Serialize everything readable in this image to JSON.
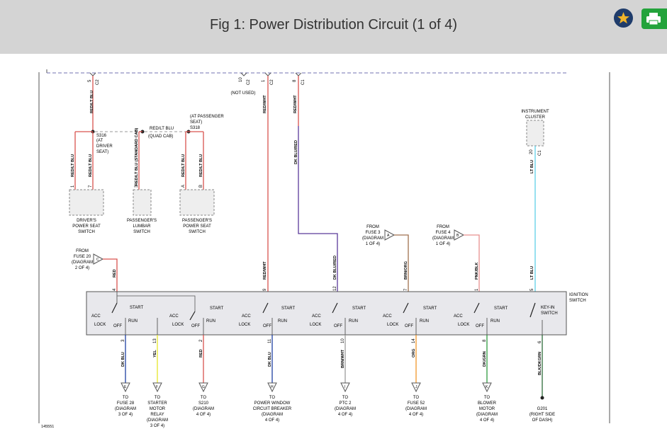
{
  "page": {
    "title": "Fig 1: Power Distribution Circuit (1 of 4)"
  },
  "colors": {
    "header_bg": "#d4d4d4",
    "star_bg": "#1f3c6b",
    "star": "#f0b429",
    "print_bg": "#23a33b"
  },
  "icons": {
    "favorite": "star-icon",
    "print": "printer-icon"
  },
  "diagram": {
    "top_connectors": [
      {
        "pin": "5",
        "connector": "C2",
        "wire": "RED/LT BLU"
      },
      {
        "pin": "10",
        "connector": "C2",
        "note": "(NOT USED)"
      },
      {
        "pin": "1",
        "connector": "C2",
        "wire": "RED/WHT"
      },
      {
        "pin": "8",
        "connector": "C1",
        "wire": "RED/WHT"
      }
    ],
    "splices": {
      "s316": [
        "S316",
        "(AT",
        "DRIVER",
        "SEAT)"
      ],
      "s318": [
        "(AT PASSENGER",
        "SEAT)",
        "S318"
      ],
      "jumper": [
        "RED/LT BLU",
        "(QUAD CAB)"
      ]
    },
    "wires": {
      "rlb": "RED/LT BLU",
      "rlb_std": "RED/LT BLU (STANDARD CAB)",
      "dkblu_red": "DK BLU/RED",
      "lt_blu": "LT BLU",
      "brn_org": "BRN/ORG",
      "pnk_blk": "PNK/BLK",
      "red": "RED",
      "red_wht": "RED/WHT"
    },
    "seat_pins": [
      "1",
      "7",
      "3",
      "A",
      "B"
    ],
    "seat_components": [
      [
        "DRIVER'S",
        "POWER SEAT",
        "SWITCH"
      ],
      [
        "PASSENGER'S",
        "LUMBAR",
        "SWITCH"
      ],
      [
        "PASSENGER'S",
        "POWER SEAT",
        "SWITCH"
      ]
    ],
    "instrument_cluster": {
      "label": [
        "INSTRUMENT",
        "CLUSTER"
      ],
      "pin": "20",
      "connector": "C1"
    },
    "sources": {
      "fuse20": [
        "FROM",
        "FUSE 20",
        "(DIAGRAM",
        "2 OF 4)"
      ],
      "fuse3": [
        "FROM",
        "FUSE 3",
        "(DIAGRAM",
        "1 OF 4)"
      ],
      "fuse4": [
        "FROM",
        "FUSE 4",
        "(DIAGRAM",
        "1 OF 4)"
      ]
    },
    "markers": {
      "s20": "C",
      "s3": "A",
      "s4": "B"
    },
    "switch_input_pins": [
      "4",
      "9",
      "12",
      "7",
      "1",
      "5"
    ],
    "ignition_switch": {
      "label": [
        "IGNITION",
        "SWITCH"
      ],
      "acc": "ACC",
      "start": "START",
      "lock": "LOCK",
      "off": "OFF",
      "run": "RUN",
      "keyin": [
        "KEY-IN",
        "SWITCH"
      ]
    },
    "outputs": [
      {
        "pin": "3",
        "wire": "DK BLU",
        "marker": "E",
        "to": [
          "TO",
          "FUSE 28",
          "(DIAGRAM",
          "3 OF 4)"
        ]
      },
      {
        "pin": "13",
        "wire": "YEL",
        "marker": "F",
        "to": [
          "TO",
          "STARTER",
          "MOTOR",
          "RELAY",
          "(DIAGRAM",
          "3 OF 4)"
        ]
      },
      {
        "pin": "2",
        "wire": "RED",
        "marker": "G",
        "to": [
          "TO",
          "S210",
          "(DIAGRAM",
          "4 OF 4)"
        ]
      },
      {
        "pin": "11",
        "wire": "DK BLU",
        "marker": "H",
        "to": [
          "TO",
          "POWER WINDOW",
          "CIRCUIT BREAKER",
          "(DIAGRAM",
          "4 OF 4)"
        ]
      },
      {
        "pin": "10",
        "wire": "BRN/WHT",
        "marker": "I",
        "to": [
          "TO",
          "PTC 2",
          "(DIAGRAM",
          "4 OF 4)"
        ]
      },
      {
        "pin": "14",
        "wire": "ORG",
        "marker": "J",
        "to": [
          "TO",
          "FUSE 52",
          "(DIAGRAM",
          "4 OF 4)"
        ]
      },
      {
        "pin": "8",
        "wire": "DK/GRN",
        "marker": "K",
        "to": [
          "TO",
          "BLOWER",
          "MOTOR",
          "(DIAGRAM",
          "4 OF 4)"
        ]
      },
      {
        "pin": "6",
        "wire": "BLK/DKGRN",
        "to": [
          "G201",
          "(RIGHT SIDE",
          "OF DASH)"
        ]
      }
    ],
    "figure_code": "145551"
  }
}
